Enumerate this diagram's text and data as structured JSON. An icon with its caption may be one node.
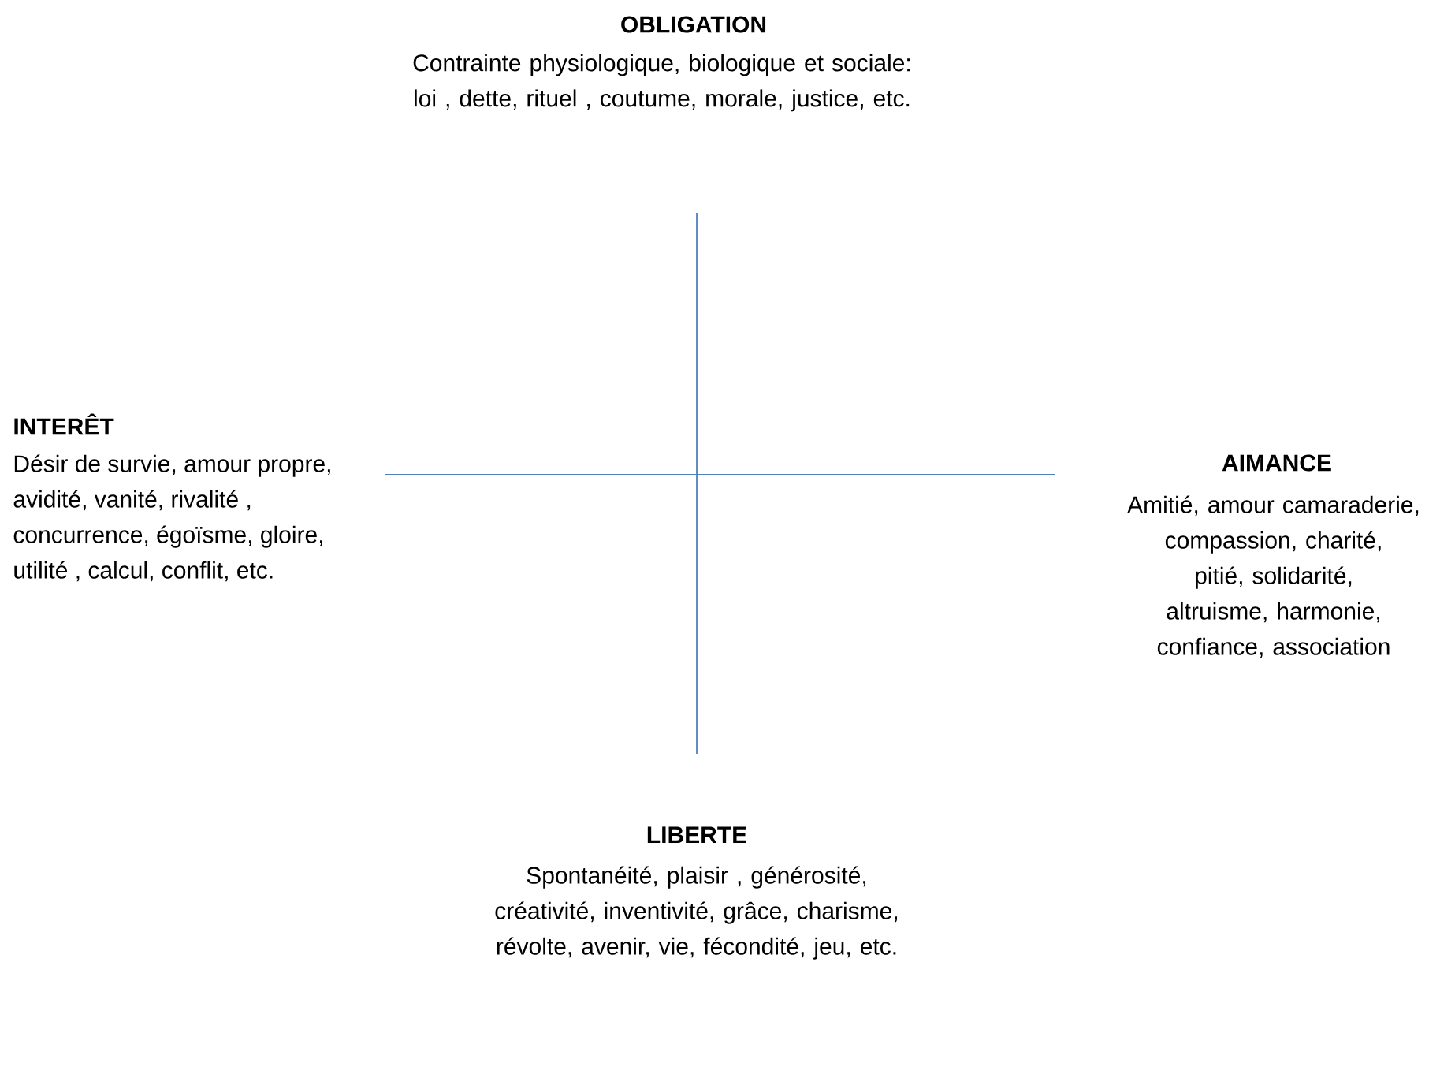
{
  "diagram": {
    "labels": [
      "OBLIGATION",
      "Contrainte physiologique, biologique et sociale: loi , dette, rituel , coutume, morale, justice, etc.",
      "INTERÊT",
      "Désir de survie, amour propre, avidité, vanité, rivalité , concurrence, égoïsme, gloire, utilité , calcul, conflit, etc.",
      "AIMANCE",
      "Amitié, amour camaraderie, compassion, charité, pitié, solidarité, altruisme, harmonie, confiance, association",
      "LIBERTE",
      "Spontanéité, plaisir , générosité, créativité, inventivité, grâce, charisme, révolte, avenir, vie, fécondité, jeu, etc."
    ]
  }
}
